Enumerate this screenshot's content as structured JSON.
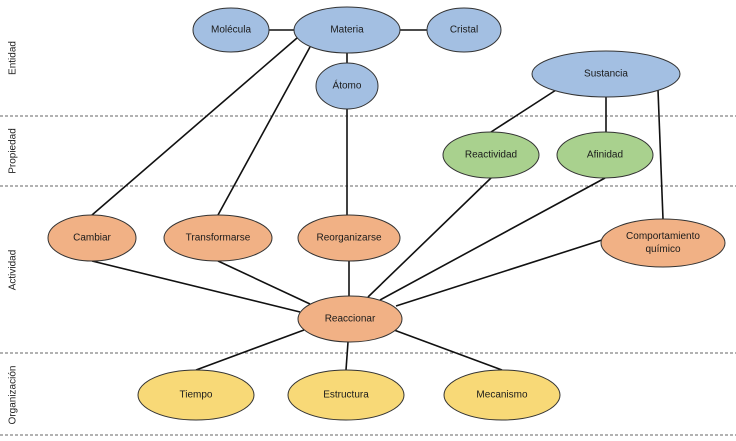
{
  "bands": [
    {
      "id": "entidad",
      "label": "Entidad"
    },
    {
      "id": "propiedad",
      "label": "Propiedad"
    },
    {
      "id": "actividad",
      "label": "Actividad"
    },
    {
      "id": "organizacion",
      "label": "Organización"
    }
  ],
  "colors": {
    "entidad": "#a3bfe2",
    "propiedad": "#a9d18e",
    "actividad": "#f1b185",
    "organizacion": "#f8d977"
  },
  "nodes": [
    {
      "id": "molecula",
      "label": [
        "Molécula"
      ],
      "band": "entidad"
    },
    {
      "id": "materia",
      "label": [
        "Materia"
      ],
      "band": "entidad"
    },
    {
      "id": "cristal",
      "label": [
        "Cristal"
      ],
      "band": "entidad"
    },
    {
      "id": "atomo",
      "label": [
        "Átomo"
      ],
      "band": "entidad"
    },
    {
      "id": "sustancia",
      "label": [
        "Sustancia"
      ],
      "band": "entidad"
    },
    {
      "id": "reactividad",
      "label": [
        "Reactividad"
      ],
      "band": "propiedad"
    },
    {
      "id": "afinidad",
      "label": [
        "Afinidad"
      ],
      "band": "propiedad"
    },
    {
      "id": "cambiar",
      "label": [
        "Cambiar"
      ],
      "band": "actividad"
    },
    {
      "id": "transformarse",
      "label": [
        "Transformarse"
      ],
      "band": "actividad"
    },
    {
      "id": "reorganizarse",
      "label": [
        "Reorganizarse"
      ],
      "band": "actividad"
    },
    {
      "id": "comportamiento",
      "label": [
        "Comportamiento",
        "químico"
      ],
      "band": "actividad"
    },
    {
      "id": "reaccionar",
      "label": [
        "Reaccionar"
      ],
      "band": "actividad"
    },
    {
      "id": "tiempo",
      "label": [
        "Tiempo"
      ],
      "band": "organizacion"
    },
    {
      "id": "estructura",
      "label": [
        "Estructura"
      ],
      "band": "organizacion"
    },
    {
      "id": "mecanismo",
      "label": [
        "Mecanismo"
      ],
      "band": "organizacion"
    }
  ],
  "edges": [
    [
      "molecula",
      "materia"
    ],
    [
      "materia",
      "cristal"
    ],
    [
      "materia",
      "atomo"
    ],
    [
      "materia",
      "cambiar"
    ],
    [
      "materia",
      "transformarse"
    ],
    [
      "atomo",
      "reorganizarse"
    ],
    [
      "sustancia",
      "reactividad"
    ],
    [
      "sustancia",
      "afinidad"
    ],
    [
      "sustancia",
      "comportamiento"
    ],
    [
      "cambiar",
      "reaccionar"
    ],
    [
      "transformarse",
      "reaccionar"
    ],
    [
      "reorganizarse",
      "reaccionar"
    ],
    [
      "reactividad",
      "reaccionar"
    ],
    [
      "afinidad",
      "reaccionar"
    ],
    [
      "comportamiento",
      "reaccionar"
    ],
    [
      "reaccionar",
      "tiempo"
    ],
    [
      "reaccionar",
      "estructura"
    ],
    [
      "reaccionar",
      "mecanismo"
    ]
  ]
}
